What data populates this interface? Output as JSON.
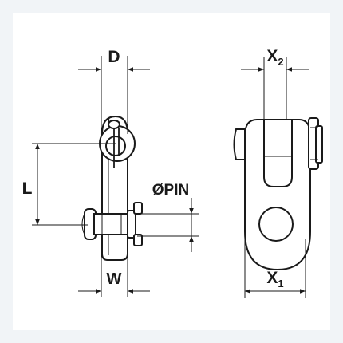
{
  "labels": {
    "D": "D",
    "L": "L",
    "W": "W",
    "PIN": "ØPIN",
    "X2_main": "X",
    "X2_sub": "2",
    "X1_main": "X",
    "X1_sub": "1"
  },
  "colors": {
    "background": "#f1f4f7",
    "card": "#ffffff",
    "ink": "#1a1a1a"
  }
}
